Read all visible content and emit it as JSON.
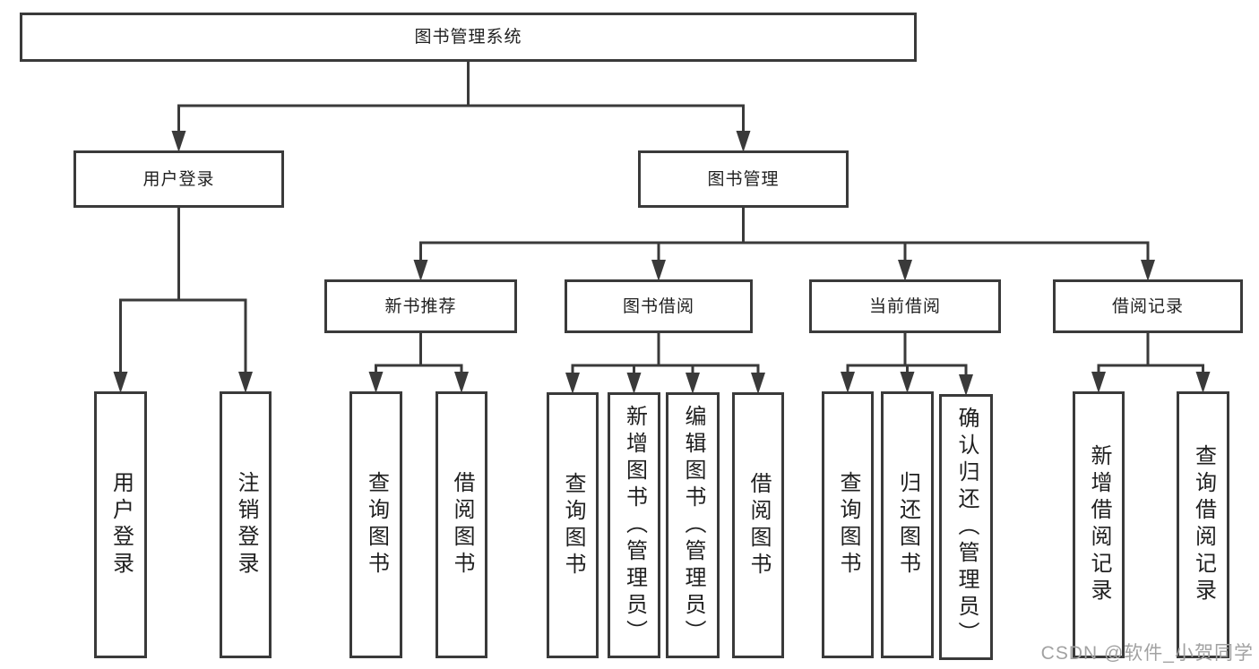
{
  "diagram": {
    "title": "图书管理系统",
    "watermark": "CSDN @软件_小贺同学",
    "colors": {
      "line": "#3a3a3a",
      "box_border": "#3a3a3a",
      "text": "#1f1f1f",
      "background": "#ffffff",
      "watermark": "#a2a2a2"
    },
    "nodes": [
      {
        "id": "root",
        "label": "图书管理系统",
        "orientation": "horizontal",
        "level": 1
      },
      {
        "id": "user-login",
        "label": "用户登录",
        "orientation": "horizontal",
        "level": 2
      },
      {
        "id": "book-mgmt",
        "label": "图书管理",
        "orientation": "horizontal",
        "level": 2
      },
      {
        "id": "new-book-rec",
        "label": "新书推荐",
        "orientation": "horizontal",
        "level": 3
      },
      {
        "id": "book-borrow",
        "label": "图书借阅",
        "orientation": "horizontal",
        "level": 3
      },
      {
        "id": "current-borrow",
        "label": "当前借阅",
        "orientation": "horizontal",
        "level": 3
      },
      {
        "id": "borrow-records",
        "label": "借阅记录",
        "orientation": "horizontal",
        "level": 3
      },
      {
        "id": "login",
        "label": "用户登录",
        "orientation": "vertical",
        "level": 4
      },
      {
        "id": "logout",
        "label": "注销登录",
        "orientation": "vertical",
        "level": 4
      },
      {
        "id": "rec-query-book",
        "label": "查询图书",
        "orientation": "vertical",
        "level": 4
      },
      {
        "id": "rec-borrow-book",
        "label": "借阅图书",
        "orientation": "vertical",
        "level": 4
      },
      {
        "id": "bb-query-book",
        "label": "查询图书",
        "orientation": "vertical",
        "level": 4
      },
      {
        "id": "bb-add-book",
        "label": "新增图书（管理员）",
        "orientation": "vertical",
        "level": 4
      },
      {
        "id": "bb-edit-book",
        "label": "编辑图书（管理员）",
        "orientation": "vertical",
        "level": 4
      },
      {
        "id": "bb-borrow-book",
        "label": "借阅图书",
        "orientation": "vertical",
        "level": 4
      },
      {
        "id": "cb-query-book",
        "label": "查询图书",
        "orientation": "vertical",
        "level": 4
      },
      {
        "id": "cb-return-book",
        "label": "归还图书",
        "orientation": "vertical",
        "level": 4
      },
      {
        "id": "cb-confirm-return",
        "label": "确认归还（管理员）",
        "orientation": "vertical",
        "level": 4
      },
      {
        "id": "br-add-record",
        "label": "新增借阅记录",
        "orientation": "vertical",
        "level": 4
      },
      {
        "id": "br-query-record",
        "label": "查询借阅记录",
        "orientation": "vertical",
        "level": 4
      }
    ],
    "edges": [
      {
        "parent": "root",
        "children": [
          "user-login",
          "book-mgmt"
        ]
      },
      {
        "parent": "user-login",
        "children": [
          "login",
          "logout"
        ]
      },
      {
        "parent": "book-mgmt",
        "children": [
          "new-book-rec",
          "book-borrow",
          "current-borrow",
          "borrow-records"
        ]
      },
      {
        "parent": "new-book-rec",
        "children": [
          "rec-query-book",
          "rec-borrow-book"
        ]
      },
      {
        "parent": "book-borrow",
        "children": [
          "bb-query-book",
          "bb-add-book",
          "bb-edit-book",
          "bb-borrow-book"
        ]
      },
      {
        "parent": "current-borrow",
        "children": [
          "cb-query-book",
          "cb-return-book",
          "cb-confirm-return"
        ]
      },
      {
        "parent": "borrow-records",
        "children": [
          "br-add-record",
          "br-query-record"
        ]
      }
    ]
  }
}
